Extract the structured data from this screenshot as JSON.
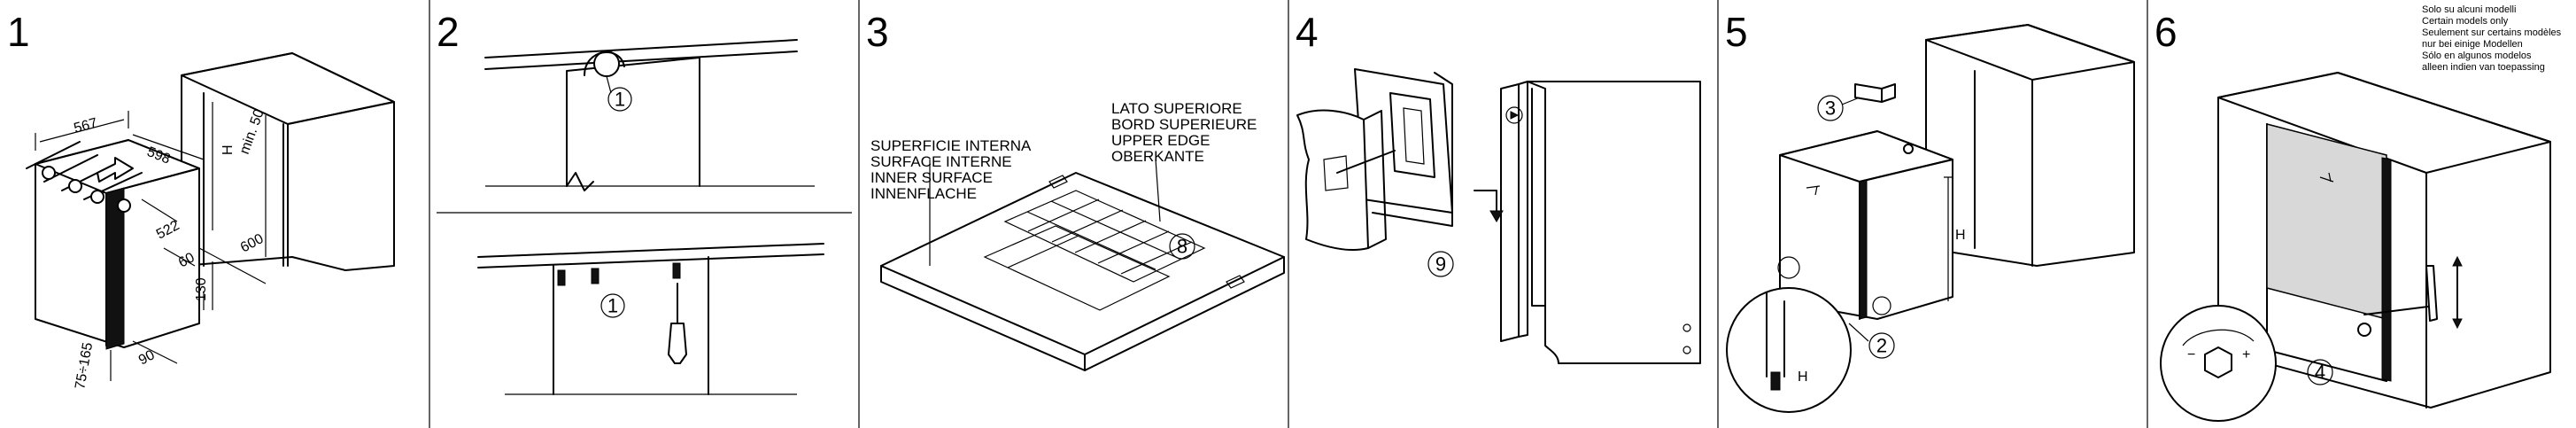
{
  "panels": [
    {
      "number": "1",
      "dims": [
        "567",
        "598",
        "522",
        "600",
        "min. 50",
        "60",
        "130",
        "75÷165",
        "90",
        "H"
      ]
    },
    {
      "number": "2",
      "callouts": [
        "1",
        "1"
      ]
    },
    {
      "number": "3",
      "label_inner": [
        "SUPERFICIE INTERNA",
        "SURFACE INTERNE",
        "INNER SURFACE",
        "INNENFLACHE"
      ],
      "label_upper": [
        "LATO SUPERIORE",
        "BORD SUPERIEURE",
        "UPPER EDGE",
        "OBERKANTE"
      ],
      "callout": "8"
    },
    {
      "number": "4",
      "callout": "9"
    },
    {
      "number": "5",
      "callouts": [
        "3",
        "2"
      ],
      "dims": [
        "H",
        "H"
      ]
    },
    {
      "number": "6",
      "note": [
        "Solo su alcuni modelli",
        "Certain models only",
        "Seulement sur certains modèles",
        "nur bei einige Modellen",
        "Sólo en algunos modelos",
        "alleen indien van toepassing"
      ],
      "callout": "4"
    }
  ]
}
